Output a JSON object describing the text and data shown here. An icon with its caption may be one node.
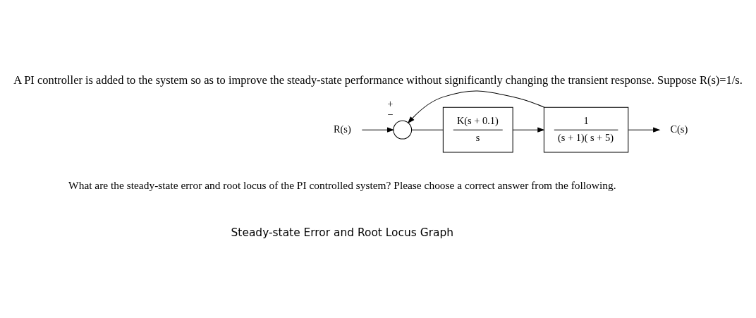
{
  "diagram": {
    "title": "A PI controller is added to the system so as to improve the steady-state performance without significantly changing the transient response. Suppose R(s)=1/s.",
    "nodes": [
      {
        "text": [
          "R(s)"
        ]
      },
      {
        "text": [],
        "shape": "circle",
        "beside": [
          "+",
          "−"
        ]
      },
      {
        "text": [
          "K(s + 0.1)",
          "s"
        ]
      },
      {
        "text": [
          "1",
          "(s + 1)( s + 5)"
        ]
      },
      {
        "text": [
          "C(s)"
        ]
      }
    ],
    "edges": [
      {
        "from": 0,
        "to": 1,
        "arrow": "to"
      },
      {
        "from": 1,
        "to": 2,
        "arrow": "none"
      },
      {
        "from": 2,
        "to": 3,
        "arrow": "to"
      },
      {
        "from": 3,
        "to": 4,
        "arrow": "to"
      },
      {
        "from": 3,
        "to": 1,
        "arrow": "to"
      }
    ],
    "labels": [
      "What are the steady-state error and root locus of the PI controlled system? Please choose a correct answer from the following.",
      "Steady-state Error and Root Locus Graph"
    ]
  }
}
